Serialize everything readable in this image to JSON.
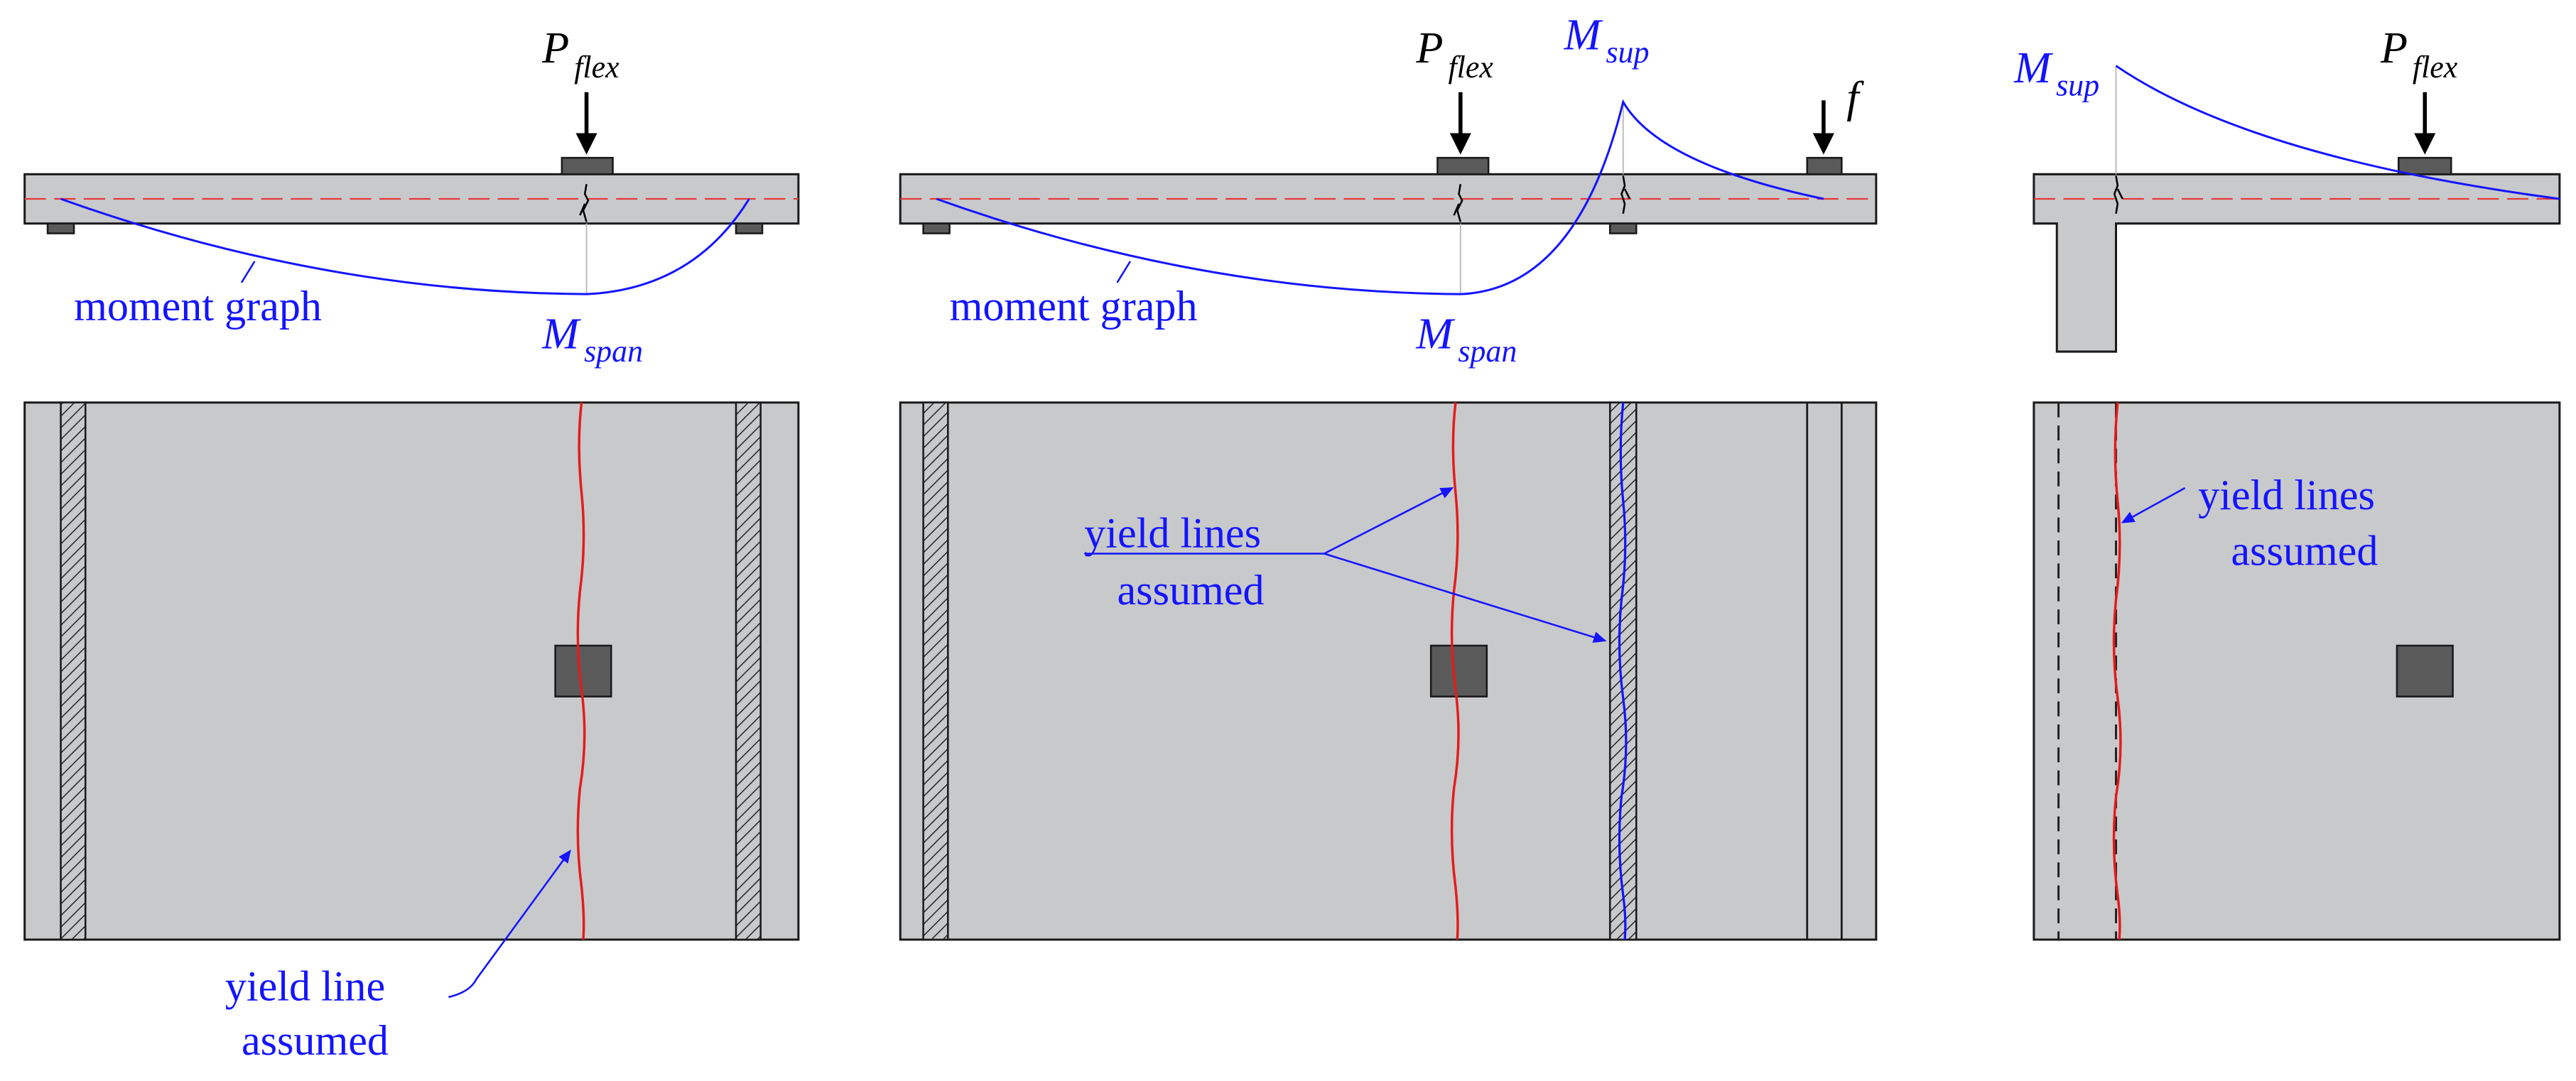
{
  "labels": {
    "p_symbol": "P",
    "flex_sub": "flex",
    "m_symbol": "M",
    "span_sub": "span",
    "sup_sub": "sup",
    "f_symbol": "f",
    "moment_graph": "moment graph",
    "yield_line": "yield line",
    "yield_lines": "yield lines",
    "assumed": "assumed"
  },
  "colors": {
    "concrete": "#c8c9cb",
    "load_pad": "#5a5a5a",
    "moment_curve": "#1414ff",
    "axis_line": "#e43a3a",
    "yield_line_red": "#e41b1b",
    "annotation_text": "#1414ff"
  },
  "panels": [
    {
      "id": "simply-supported",
      "annotations": [
        "moment graph",
        "yield line assumed"
      ]
    },
    {
      "id": "continuous-with-cantilever",
      "annotations": [
        "moment graph",
        "yield lines assumed"
      ]
    },
    {
      "id": "cantilever-on-wall",
      "annotations": [
        "yield lines assumed"
      ]
    }
  ]
}
